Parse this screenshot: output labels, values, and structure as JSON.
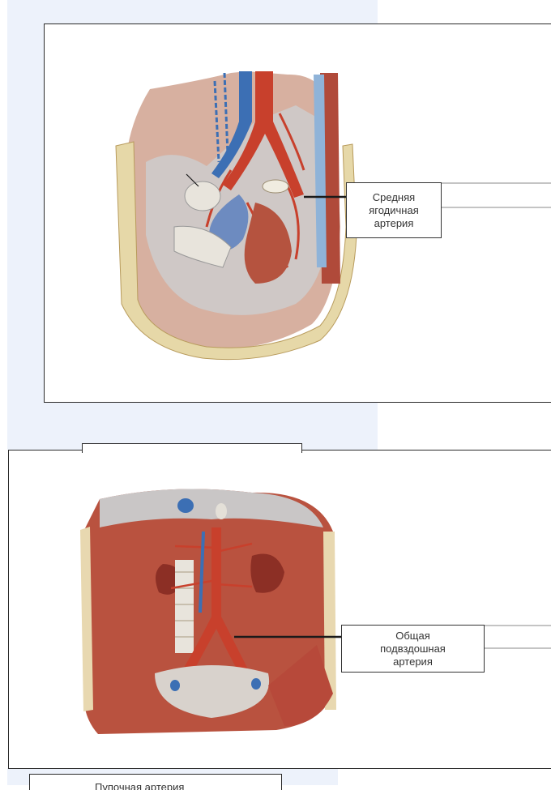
{
  "panels": [
    {
      "label_lines": [
        "Средняя",
        "ягодичная",
        "артерия"
      ]
    },
    {
      "label_lines": [
        "Общая",
        "подвздошная",
        "артерия"
      ]
    }
  ],
  "next_label_partial": "Пупочная артерия",
  "colors": {
    "page_bg": "#edf2fb",
    "artery_red": "#c8402c",
    "vein_blue": "#3c6fb4",
    "tissue": "#d9a48c",
    "bone": "#e8dcae"
  }
}
